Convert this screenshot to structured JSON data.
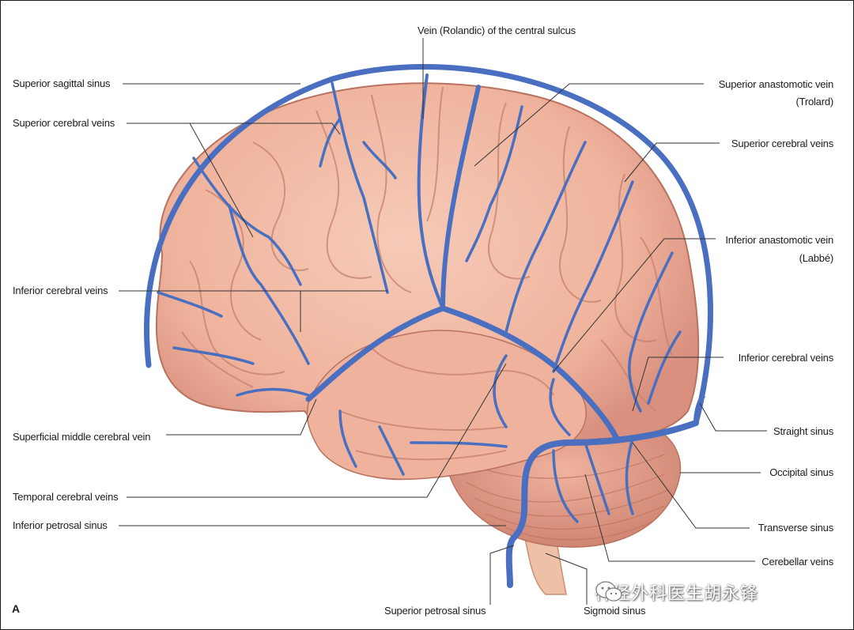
{
  "panel_letter": "A",
  "labels": {
    "vein_central_sulcus": "Vein (Rolandic) of the central sulcus",
    "superior_sagittal_sinus": "Superior sagittal sinus",
    "superior_cerebral_veins_left": "Superior cerebral veins",
    "inferior_cerebral_veins_left": "Inferior cerebral veins",
    "superficial_middle_cerebral_vein": "Superficial middle cerebral vein",
    "temporal_cerebral_veins": "Temporal cerebral veins",
    "inferior_petrosal_sinus": "Inferior petrosal sinus",
    "superior_anastomotic_vein_1": "Superior anastomotic vein",
    "superior_anastomotic_vein_2": "(Trolard)",
    "superior_cerebral_veins_right": "Superior cerebral veins",
    "inferior_anastomotic_vein_1": "Inferior anastomotic vein",
    "inferior_anastomotic_vein_2": "(Labbé)",
    "inferior_cerebral_veins_right": "Inferior cerebral veins",
    "straight_sinus": "Straight sinus",
    "occipital_sinus": "Occipital sinus",
    "transverse_sinus": "Transverse sinus",
    "cerebellar_veins": "Cerebellar veins",
    "superior_petrosal_sinus": "Superior petrosal sinus",
    "sigmoid_sinus": "Sigmoid sinus"
  },
  "watermark": "神经外科医生胡永锋",
  "colors": {
    "vein": "#4a6fc0",
    "brain": "#f0b9a4",
    "brain_shadow": "#d4887a",
    "cerebellum": "#e4a08c",
    "leader": "#333333"
  }
}
